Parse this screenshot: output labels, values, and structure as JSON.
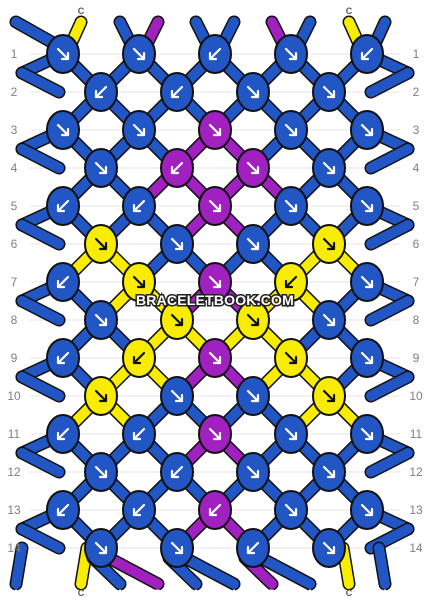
{
  "site": {
    "watermark": "BRACELETBOOK.COM"
  },
  "colors": {
    "A": "#2256c4",
    "B": "#a020c0",
    "C": "#f8ec00",
    "outline": "#111111",
    "background": "#ffffff",
    "row_number": "#7f7f7f"
  },
  "strings": {
    "top": [
      "A",
      "C",
      "A",
      "B",
      "A",
      "A",
      "B",
      "A",
      "C",
      "A"
    ],
    "bottom": [
      "A",
      "C",
      "A",
      "B",
      "A",
      "A",
      "B",
      "A",
      "C",
      "A"
    ]
  },
  "rows": {
    "left_numbers": [
      "1",
      "2",
      "3",
      "4",
      "5",
      "6",
      "7",
      "8",
      "9",
      "10",
      "11",
      "12",
      "13",
      "14"
    ],
    "right_numbers": [
      "1",
      "2",
      "3",
      "4",
      "5",
      "6",
      "7",
      "8",
      "9",
      "10",
      "11",
      "12",
      "13",
      "14"
    ]
  },
  "knots": [
    [
      "A:se",
      "A:se",
      "A:sw",
      "A:se",
      "A:sw"
    ],
    [
      "A:sw",
      "A:sw",
      "A:se",
      "A:se"
    ],
    [
      "A:se",
      "A:se",
      "B:se",
      "A:se",
      "A:se"
    ],
    [
      "A:se",
      "B:sw",
      "B:se",
      "A:se"
    ],
    [
      "A:sw",
      "A:sw",
      "B:se",
      "A:se",
      "A:se"
    ],
    [
      "C:se",
      "A:se",
      "A:se",
      "C:se"
    ],
    [
      "A:sw",
      "C:se",
      "B:se",
      "C:sw",
      "A:se"
    ],
    [
      "A:se",
      "C:se",
      "C:se",
      "A:se"
    ],
    [
      "A:sw",
      "C:sw",
      "B:se",
      "C:se",
      "A:se"
    ],
    [
      "C:se",
      "A:se",
      "A:se",
      "C:se"
    ],
    [
      "A:sw",
      "A:sw",
      "B:se",
      "A:se",
      "A:se"
    ],
    [
      "A:se",
      "A:sw",
      "A:se",
      "A:se"
    ],
    [
      "A:sw",
      "A:sw",
      "B:sw",
      "A:se",
      "A:se"
    ],
    [
      "A:se",
      "A:se",
      "A:sw",
      "A:se"
    ]
  ]
}
